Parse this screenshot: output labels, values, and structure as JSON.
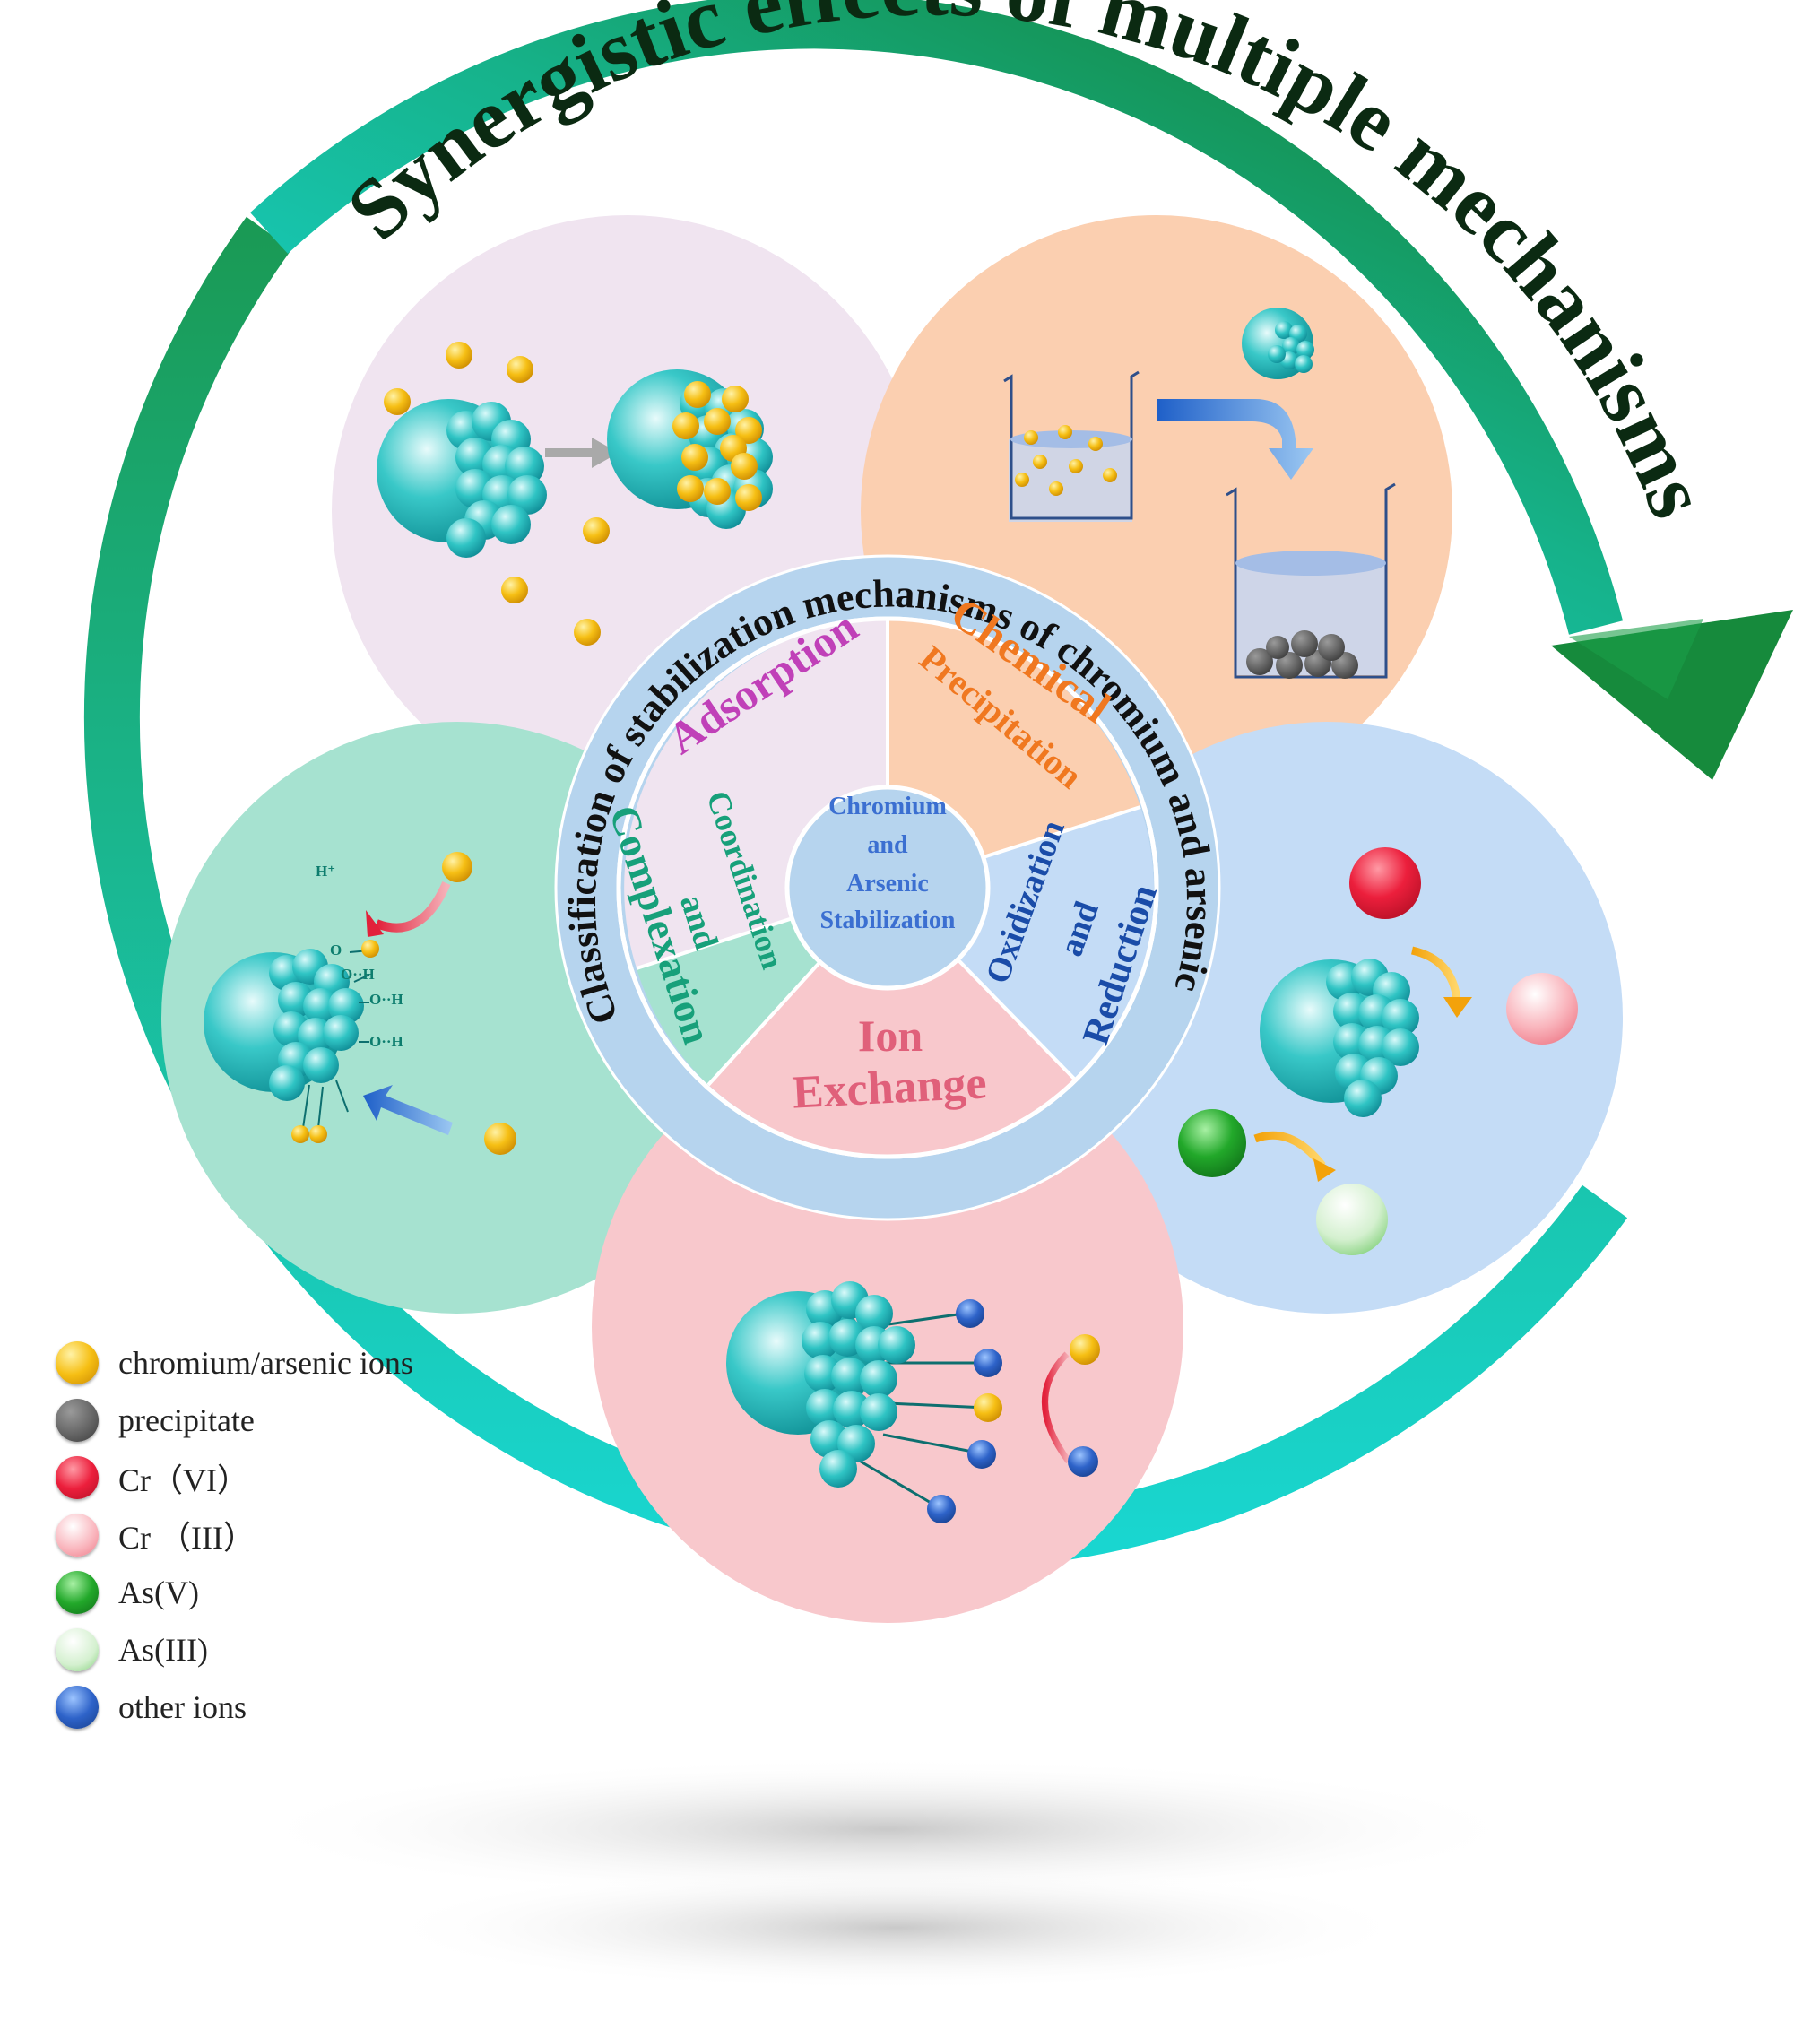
{
  "title": "Synergistic effects of multiple mechanisms",
  "ring_title": "Classification of stabilization mechanisms of chromium and arsenic",
  "center": {
    "line1": "Chromium",
    "line2": "and",
    "line3": "Arsenic",
    "line4": "Stabilization"
  },
  "mechanisms": {
    "adsorption": "Adsorption",
    "chemical_line1": "Chemical",
    "chemical_line2": "Precipitation",
    "redox_line1": "Oxidization",
    "redox_line2": "and",
    "redox_line3": "Reduction",
    "ion_line1": "Ion",
    "ion_line2": "Exchange",
    "coord_line1": "Coordination",
    "coord_line2": "and",
    "coord_line3": "Complexation"
  },
  "complexation_labels": {
    "proton": "H⁺",
    "oh1": "O",
    "oh2": "O··H",
    "oh3": "O··H",
    "oh4": "O··H",
    "h1": "H"
  },
  "legend": [
    {
      "label": "chromium/arsenic ions",
      "color": "#f2b600",
      "icon": "gold-ion-dot"
    },
    {
      "label": "precipitate",
      "color": "#555555",
      "icon": "precipitate-dot"
    },
    {
      "label": "Cr（VI）",
      "color": "#e8233a",
      "icon": "cr-vi-dot"
    },
    {
      "label": "Cr （III）",
      "color": "#f7a3ad",
      "icon": "cr-iii-dot"
    },
    {
      "label": "As(V)",
      "color": "#22a82a",
      "icon": "as-v-dot"
    },
    {
      "label": "As(III)",
      "color": "#b9e3b3",
      "icon": "as-iii-dot"
    },
    {
      "label": "other ions",
      "color": "#2e63c9",
      "icon": "other-ion-dot"
    }
  ],
  "colors": {
    "adsorption_panel": "#f0e4f0",
    "precipitation_panel": "#fbcfb0",
    "redox_panel": "#c4dcf6",
    "ion_panel": "#f8c8cc",
    "complexation_panel": "#a6e2d0",
    "ring": "#b6d4ee",
    "arrow_start": "#18d8d8",
    "arrow_end": "#178a3a"
  }
}
